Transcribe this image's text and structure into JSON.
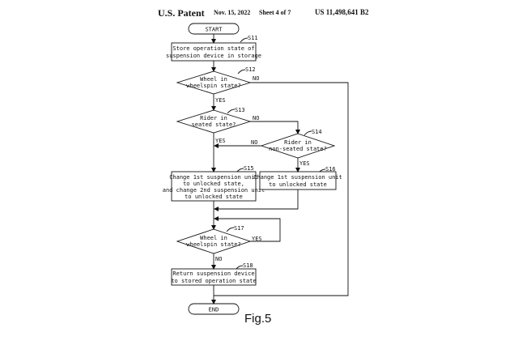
{
  "header": {
    "patent": "U.S. Patent",
    "date": "Nov. 15, 2022",
    "sheet": "Sheet 4 of 7",
    "number": "US 11,498,641 B2"
  },
  "figure_label": "Fig.5",
  "flow": {
    "start": "START",
    "end": "END",
    "s11": {
      "tag": "S11",
      "lines": [
        "Store operation state of",
        "suspension device in storage"
      ]
    },
    "s12": {
      "tag": "S12",
      "lines": [
        "Wheel in",
        "wheelspin state?"
      ],
      "no": "NO",
      "yes": "YES"
    },
    "s13": {
      "tag": "S13",
      "lines": [
        "Rider in",
        "seated state?"
      ],
      "no": "NO",
      "yes": "YES"
    },
    "s14": {
      "tag": "S14",
      "lines": [
        "Rider in",
        "non-seated state?"
      ],
      "no": "NO",
      "yes": "YES"
    },
    "s15": {
      "tag": "S15",
      "lines": [
        "Change 1st suspension unit",
        "to unlocked state,",
        "and change 2nd suspension unit",
        "to unlocked state"
      ]
    },
    "s16": {
      "tag": "S16",
      "lines": [
        "Change 1st suspension unit",
        "to unlocked state"
      ]
    },
    "s17": {
      "tag": "S17",
      "lines": [
        "Wheel in",
        "wheelspin state?"
      ],
      "yes": "YES",
      "no": "NO"
    },
    "s18": {
      "tag": "S18",
      "lines": [
        "Return suspension device",
        "to stored operation state"
      ]
    }
  }
}
